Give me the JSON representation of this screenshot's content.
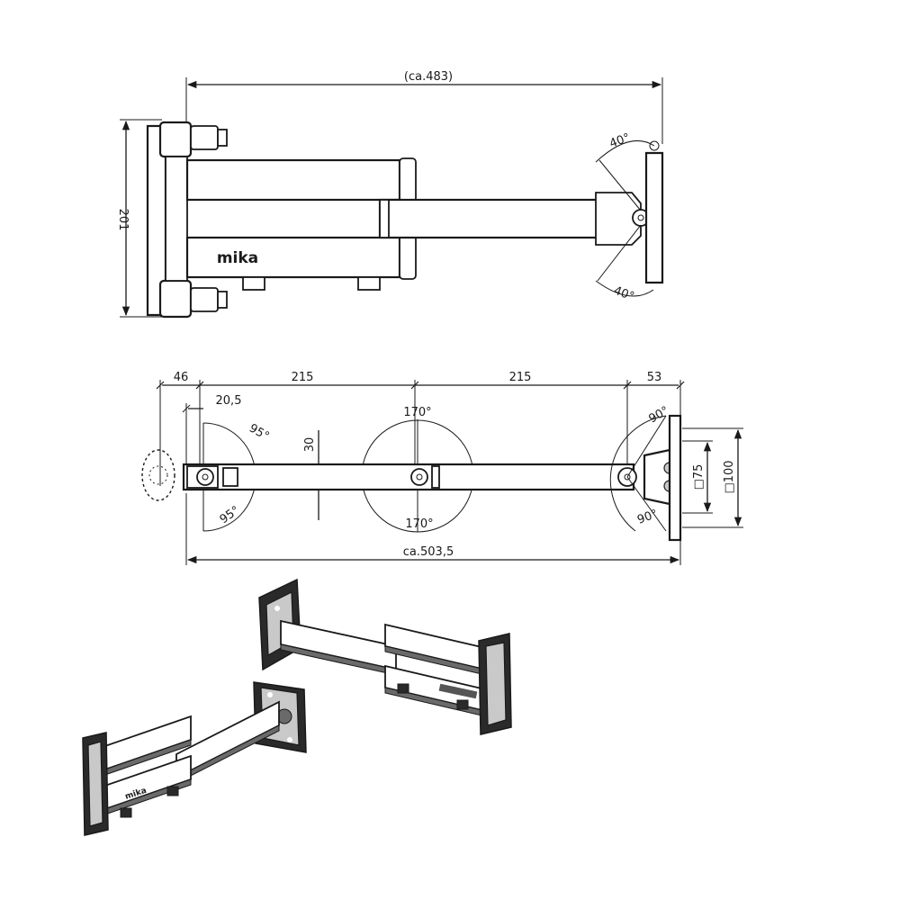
{
  "top_view": {
    "total_length_label": "(ca.483)",
    "height_label": "201",
    "brand_text": "mika",
    "tilt_top_label": "40°",
    "tilt_bottom_label": "40°"
  },
  "plan_view": {
    "seg_left": "46",
    "seg_arm1": "215",
    "seg_arm2": "215",
    "seg_right": "53",
    "offset_label": "20,5",
    "swivel_left_top": "95°",
    "swivel_left_bottom": "95°",
    "arm_width_label": "30",
    "swivel_mid_top": "170°",
    "swivel_mid_bottom": "170°",
    "swivel_right_top": "90°",
    "swivel_right_bottom": "90°",
    "vesa_small": "□75",
    "vesa_large": "□100",
    "overall_length": "ca.503,5"
  },
  "perspective_views": {
    "brand_text": "mika"
  }
}
